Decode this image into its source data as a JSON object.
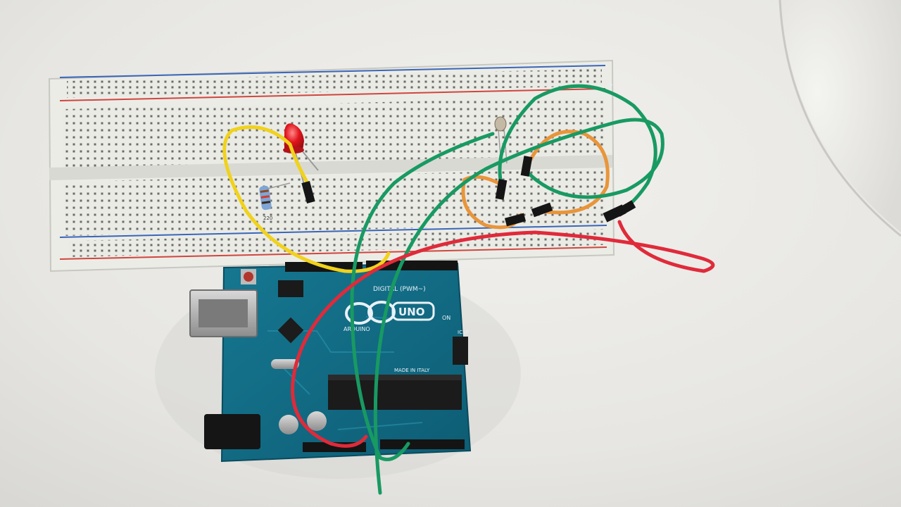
{
  "photo": {
    "board_logo": "UNO",
    "board_brand": "ARDUINO",
    "digital_header_label": "DIGITAL (PWM~)",
    "on_label": "ON",
    "icsp_label": "ICSP",
    "made_in_label": "MADE IN ITALY",
    "resistor_marking": "220",
    "rail_plus": "+",
    "rail_minus": "-"
  },
  "colors": {
    "background": "#e9e8e4",
    "breadboard": "#ebebe6",
    "board": "#0f6a82",
    "wire_yellow": "#f1d21c",
    "wire_green": "#189a62",
    "wire_red": "#e02a3a",
    "wire_orange": "#e8953a",
    "led": "#e1141c"
  }
}
